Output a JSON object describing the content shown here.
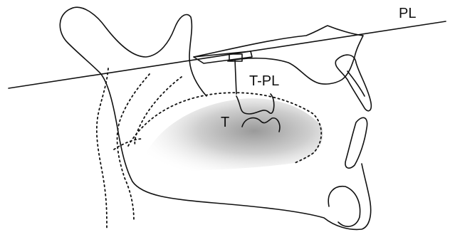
{
  "labels": {
    "plane": "PL",
    "distance": "T-PL",
    "tongue": "T"
  }
}
